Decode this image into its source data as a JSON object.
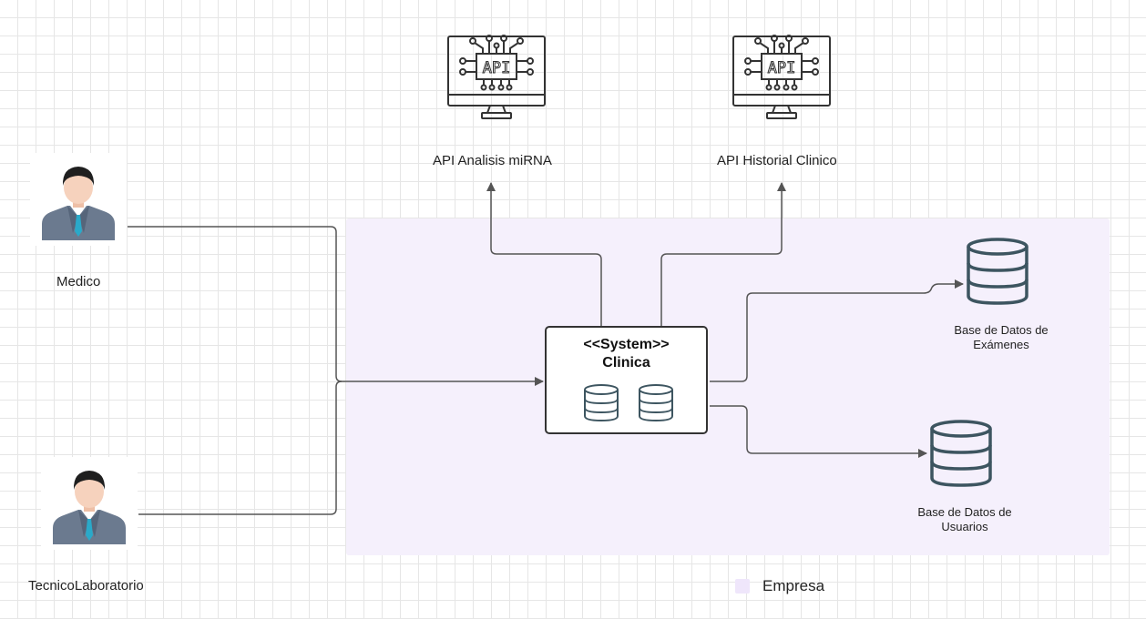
{
  "diagram": {
    "actors": [
      {
        "label": "Medico",
        "icon": "doctor-avatar-icon"
      },
      {
        "label": "TecnicoLaboratorio",
        "icon": "lab-technician-avatar-icon"
      }
    ],
    "apis": [
      {
        "label": "API Analisis miRNA",
        "icon": "api-monitor-icon",
        "screen_text": "API"
      },
      {
        "label": "API Historial Clinico",
        "icon": "api-monitor-icon",
        "screen_text": "API"
      }
    ],
    "system": {
      "stereotype": "<<System>>",
      "name": "Clinica",
      "icons": [
        "database-icon",
        "database-icon"
      ]
    },
    "databases": [
      {
        "label_line1": "Base de Datos de",
        "label_line2": "Exámenes",
        "icon": "database-icon"
      },
      {
        "label_line1": "Base de Datos de",
        "label_line2": "Usuarios",
        "icon": "database-icon"
      }
    ],
    "boundary": {
      "legend_label": "Empresa",
      "color": "#f5f0fc"
    },
    "colors": {
      "line": "#555555",
      "db_stroke": "#3d5560",
      "suit": "#6b7a8f",
      "tie": "#2aa9c9",
      "skin": "#f6d2bd",
      "hair": "#1f1f1f"
    }
  }
}
